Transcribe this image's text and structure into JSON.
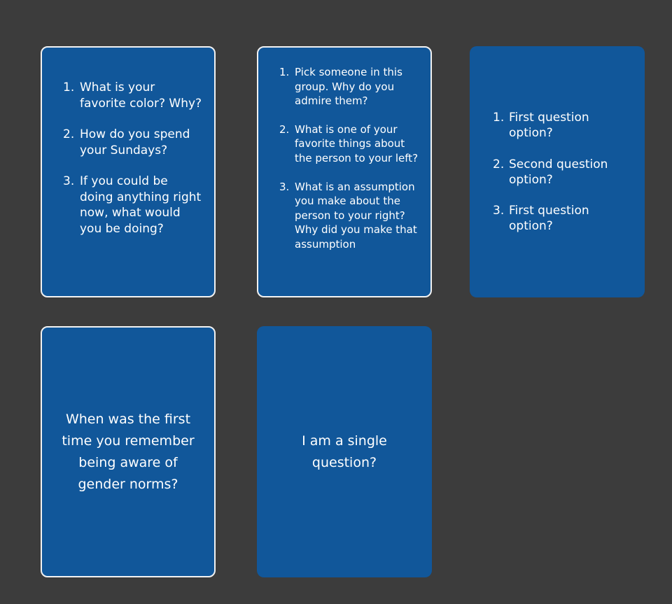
{
  "cards": [
    {
      "questions": [
        {
          "num": "1.",
          "text": "What is your favorite color? Why?"
        },
        {
          "num": "2.",
          "text": "How do you spend your Sundays?"
        },
        {
          "num": "3.",
          "text": "If you could be doing anything right now, what would you be doing?"
        }
      ]
    },
    {
      "questions": [
        {
          "num": "1.",
          "text": "Pick someone in this group. Why do you admire them?"
        },
        {
          "num": "2.",
          "text": "What is one of your favorite things about the person to your left?"
        },
        {
          "num": "3.",
          "text": "What is an assumption you make about the person to your right? Why did you make that assumption"
        }
      ]
    },
    {
      "questions": [
        {
          "num": "1.",
          "text": "First question option?"
        },
        {
          "num": "2.",
          "text": "Second question option?"
        },
        {
          "num": "3.",
          "text": "First question option?"
        }
      ]
    },
    {
      "single": "When was the first time you remember being aware of gender norms?"
    },
    {
      "single": "I am a single question?"
    }
  ],
  "colors": {
    "background": "#3c3c3c",
    "card": "#11579a",
    "outline": "#f2f2f2",
    "text": "#ffffff"
  }
}
